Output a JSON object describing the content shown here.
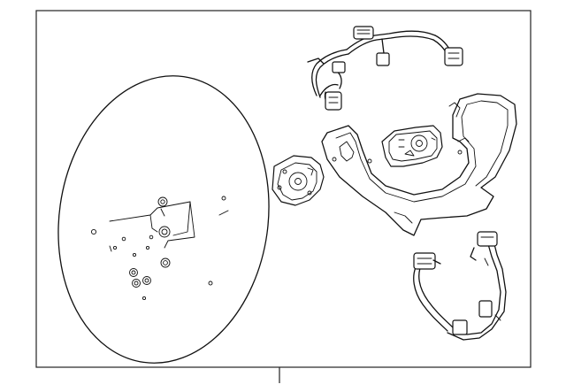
{
  "diagram": {
    "kind": "steering wheel parts illustration",
    "frame_color": "#222222",
    "background": "#ffffff",
    "parts": [
      {
        "name": "steering-wheel-assembly"
      },
      {
        "name": "upper-wiring-harness"
      },
      {
        "name": "steering-wheel-trim-bezel"
      },
      {
        "name": "cruise-control-switch"
      },
      {
        "name": "audio-control-switch"
      },
      {
        "name": "lower-wiring-harness"
      }
    ],
    "callout_label": ""
  }
}
